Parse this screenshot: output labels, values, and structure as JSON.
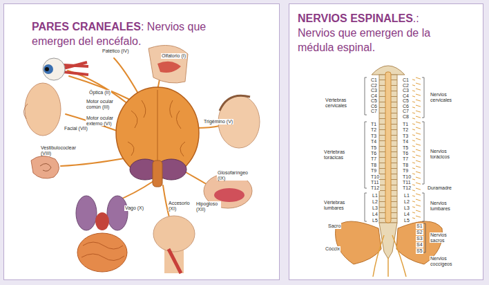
{
  "diagram": {
    "nodes": [
      {
        "text": [
          "PARES CRANEALES",
          ": Nervios que emergen del encéfalo."
        ]
      },
      {
        "text": [
          "NERVIOS ESPINALES",
          ".: Nervios que emergen de la médula espinal."
        ]
      }
    ],
    "labels": [
      "Patético (IV)",
      "Olfatorio (I)",
      "Óptica (II)",
      "Motor ocular común (III)",
      "Motor ocular externo (VI)",
      "Facial (VII)",
      "Trigémino (V)",
      "Vestibulococlear (VIII)",
      "Glosofaríngeo (IX)",
      "Vago (X)",
      "Accesorio (XI)",
      "Hipogloso (XII)",
      "Vértebras cervicales",
      "C1",
      "C2",
      "C3",
      "C4",
      "C5",
      "C6",
      "C7",
      "Vértebras torácicas",
      "T1",
      "T2",
      "T3",
      "T4",
      "T5",
      "T6",
      "T7",
      "T8",
      "T9",
      "T10",
      "T11",
      "T12",
      "Vértebras lumbares",
      "L1",
      "L2",
      "L3",
      "L4",
      "L5",
      "Sacro",
      "Cóccix",
      "C1",
      "C2",
      "C3",
      "C4",
      "C5",
      "C6",
      "C7",
      "C8",
      "Nervios cervicales",
      "T1",
      "T2",
      "T3",
      "T4",
      "T5",
      "T6",
      "T7",
      "T8",
      "T9",
      "T10",
      "T11",
      "T12",
      "Nervios torácicos",
      "Duramadre",
      "L1",
      "L2",
      "L3",
      "L4",
      "L5",
      "Nervios lumbares",
      "S1",
      "S2",
      "S3",
      "S4",
      "S5",
      "Nervios sacros",
      "Nervios coccígeos"
    ]
  }
}
